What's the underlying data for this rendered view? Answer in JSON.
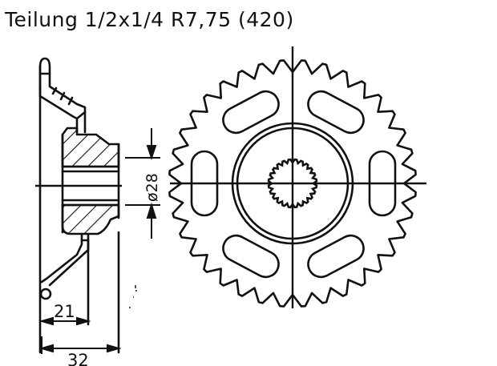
{
  "title": {
    "text": "Teilung 1/2x1/4 R7,75 (420)",
    "label": "Teilung",
    "pitch": "1/2x1/4",
    "roller_radius": "R7,75",
    "chain_size": "(420)"
  },
  "side_view": {
    "bore_dimension": "ø28",
    "hub_width_dimension": "21",
    "overall_width_dimension": "32"
  },
  "front_view": {
    "teeth_count_estimate": 36,
    "slot_count": 6,
    "spline_teeth_estimate": 24
  },
  "colors": {
    "line": "#111111",
    "background": "#ffffff"
  }
}
